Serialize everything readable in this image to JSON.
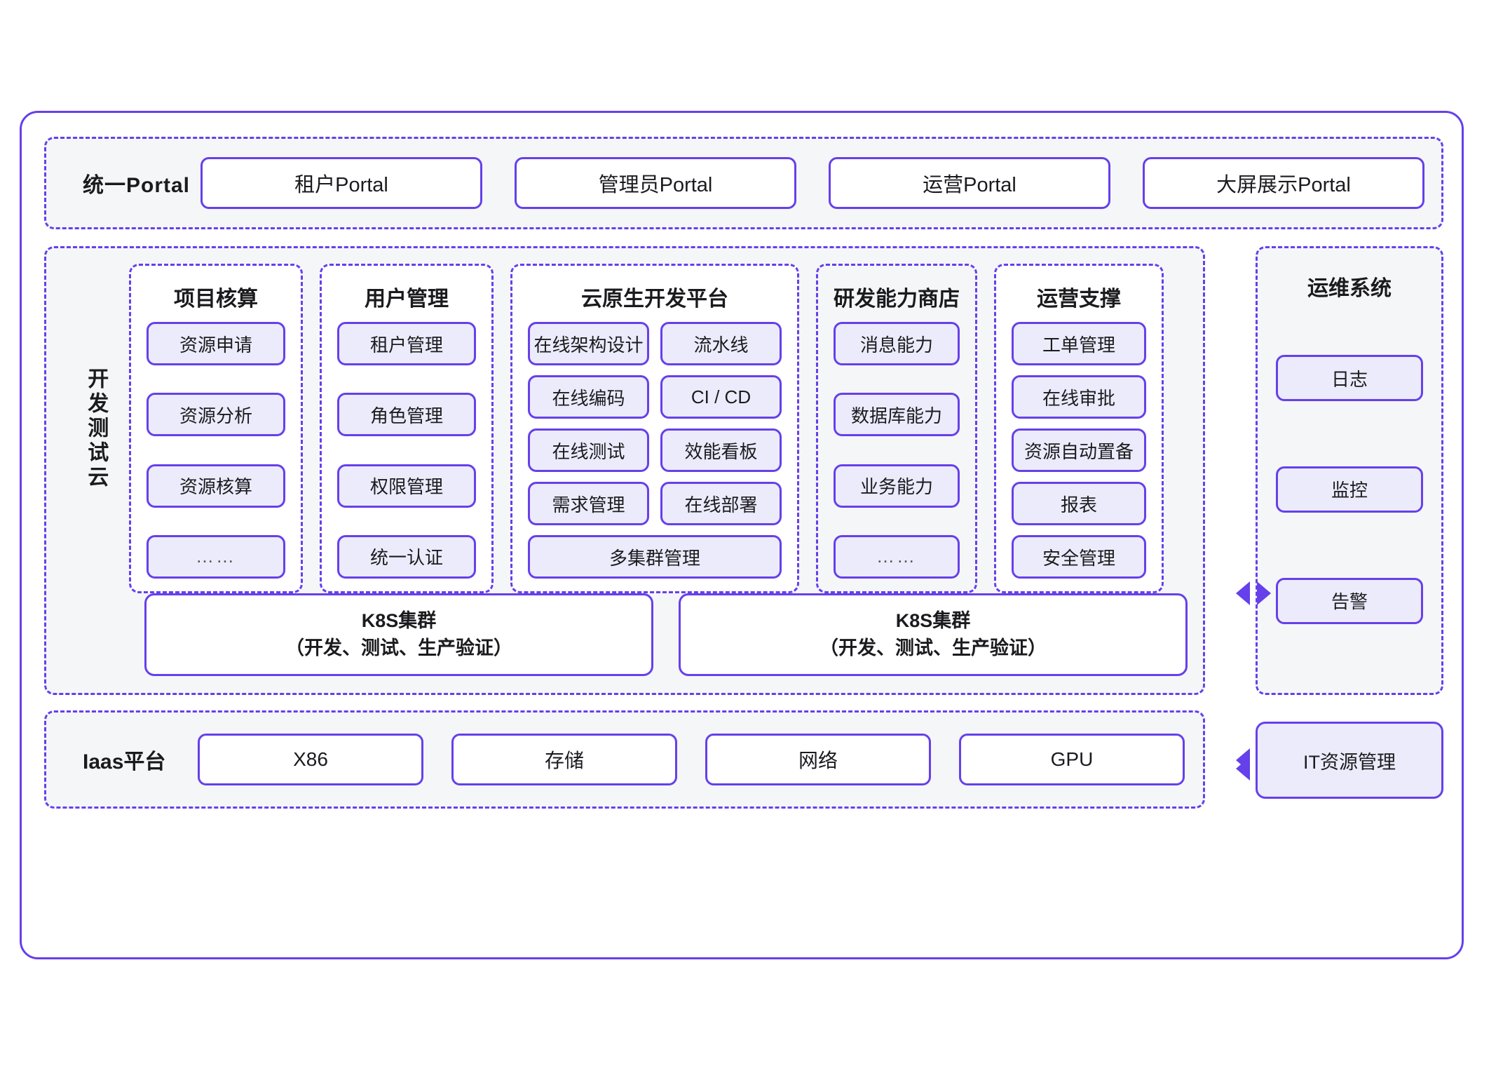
{
  "portal": {
    "label": "统一Portal",
    "items": [
      {
        "label": "租户Portal"
      },
      {
        "label": "管理员Portal"
      },
      {
        "label": "运营Portal"
      },
      {
        "label": "大屏展示Portal"
      }
    ]
  },
  "devtest": {
    "label": "开发测试云",
    "columns": [
      {
        "title": "项目核算",
        "items": [
          "资源申请",
          "资源分析",
          "资源核算",
          "……"
        ]
      },
      {
        "title": "用户管理",
        "items": [
          "租户管理",
          "角色管理",
          "权限管理",
          "统一认证"
        ]
      },
      {
        "title": "云原生开发平台",
        "items": [
          "在线架构设计",
          "流水线",
          "在线编码",
          "CI / CD",
          "在线测试",
          "效能看板",
          "需求管理",
          "在线部署",
          "多集群管理"
        ]
      },
      {
        "title": "研发能力商店",
        "items": [
          "消息能力",
          "数据库能力",
          "业务能力",
          "……"
        ]
      },
      {
        "title": "运营支撑",
        "items": [
          "工单管理",
          "在线审批",
          "资源自动置备",
          "报表",
          "安全管理"
        ]
      }
    ],
    "clusters": [
      {
        "line1": "K8S集群",
        "line2": "（开发、测试、生产验证）"
      },
      {
        "line1": "K8S集群",
        "line2": "（开发、测试、生产验证）"
      }
    ]
  },
  "ops_system": {
    "title": "运维系统",
    "items": [
      "日志",
      "监控",
      "告警"
    ]
  },
  "iaas": {
    "label": "Iaas平台",
    "items": [
      "X86",
      "存储",
      "网络",
      "GPU"
    ],
    "it_resource": "IT资源管理"
  },
  "colors": {
    "accent": "#6640ea",
    "chip_fill": "#ecebfb",
    "section_fill": "#f5f6f8",
    "box_fill": "#ffffff",
    "text": "#1b1b1f"
  }
}
